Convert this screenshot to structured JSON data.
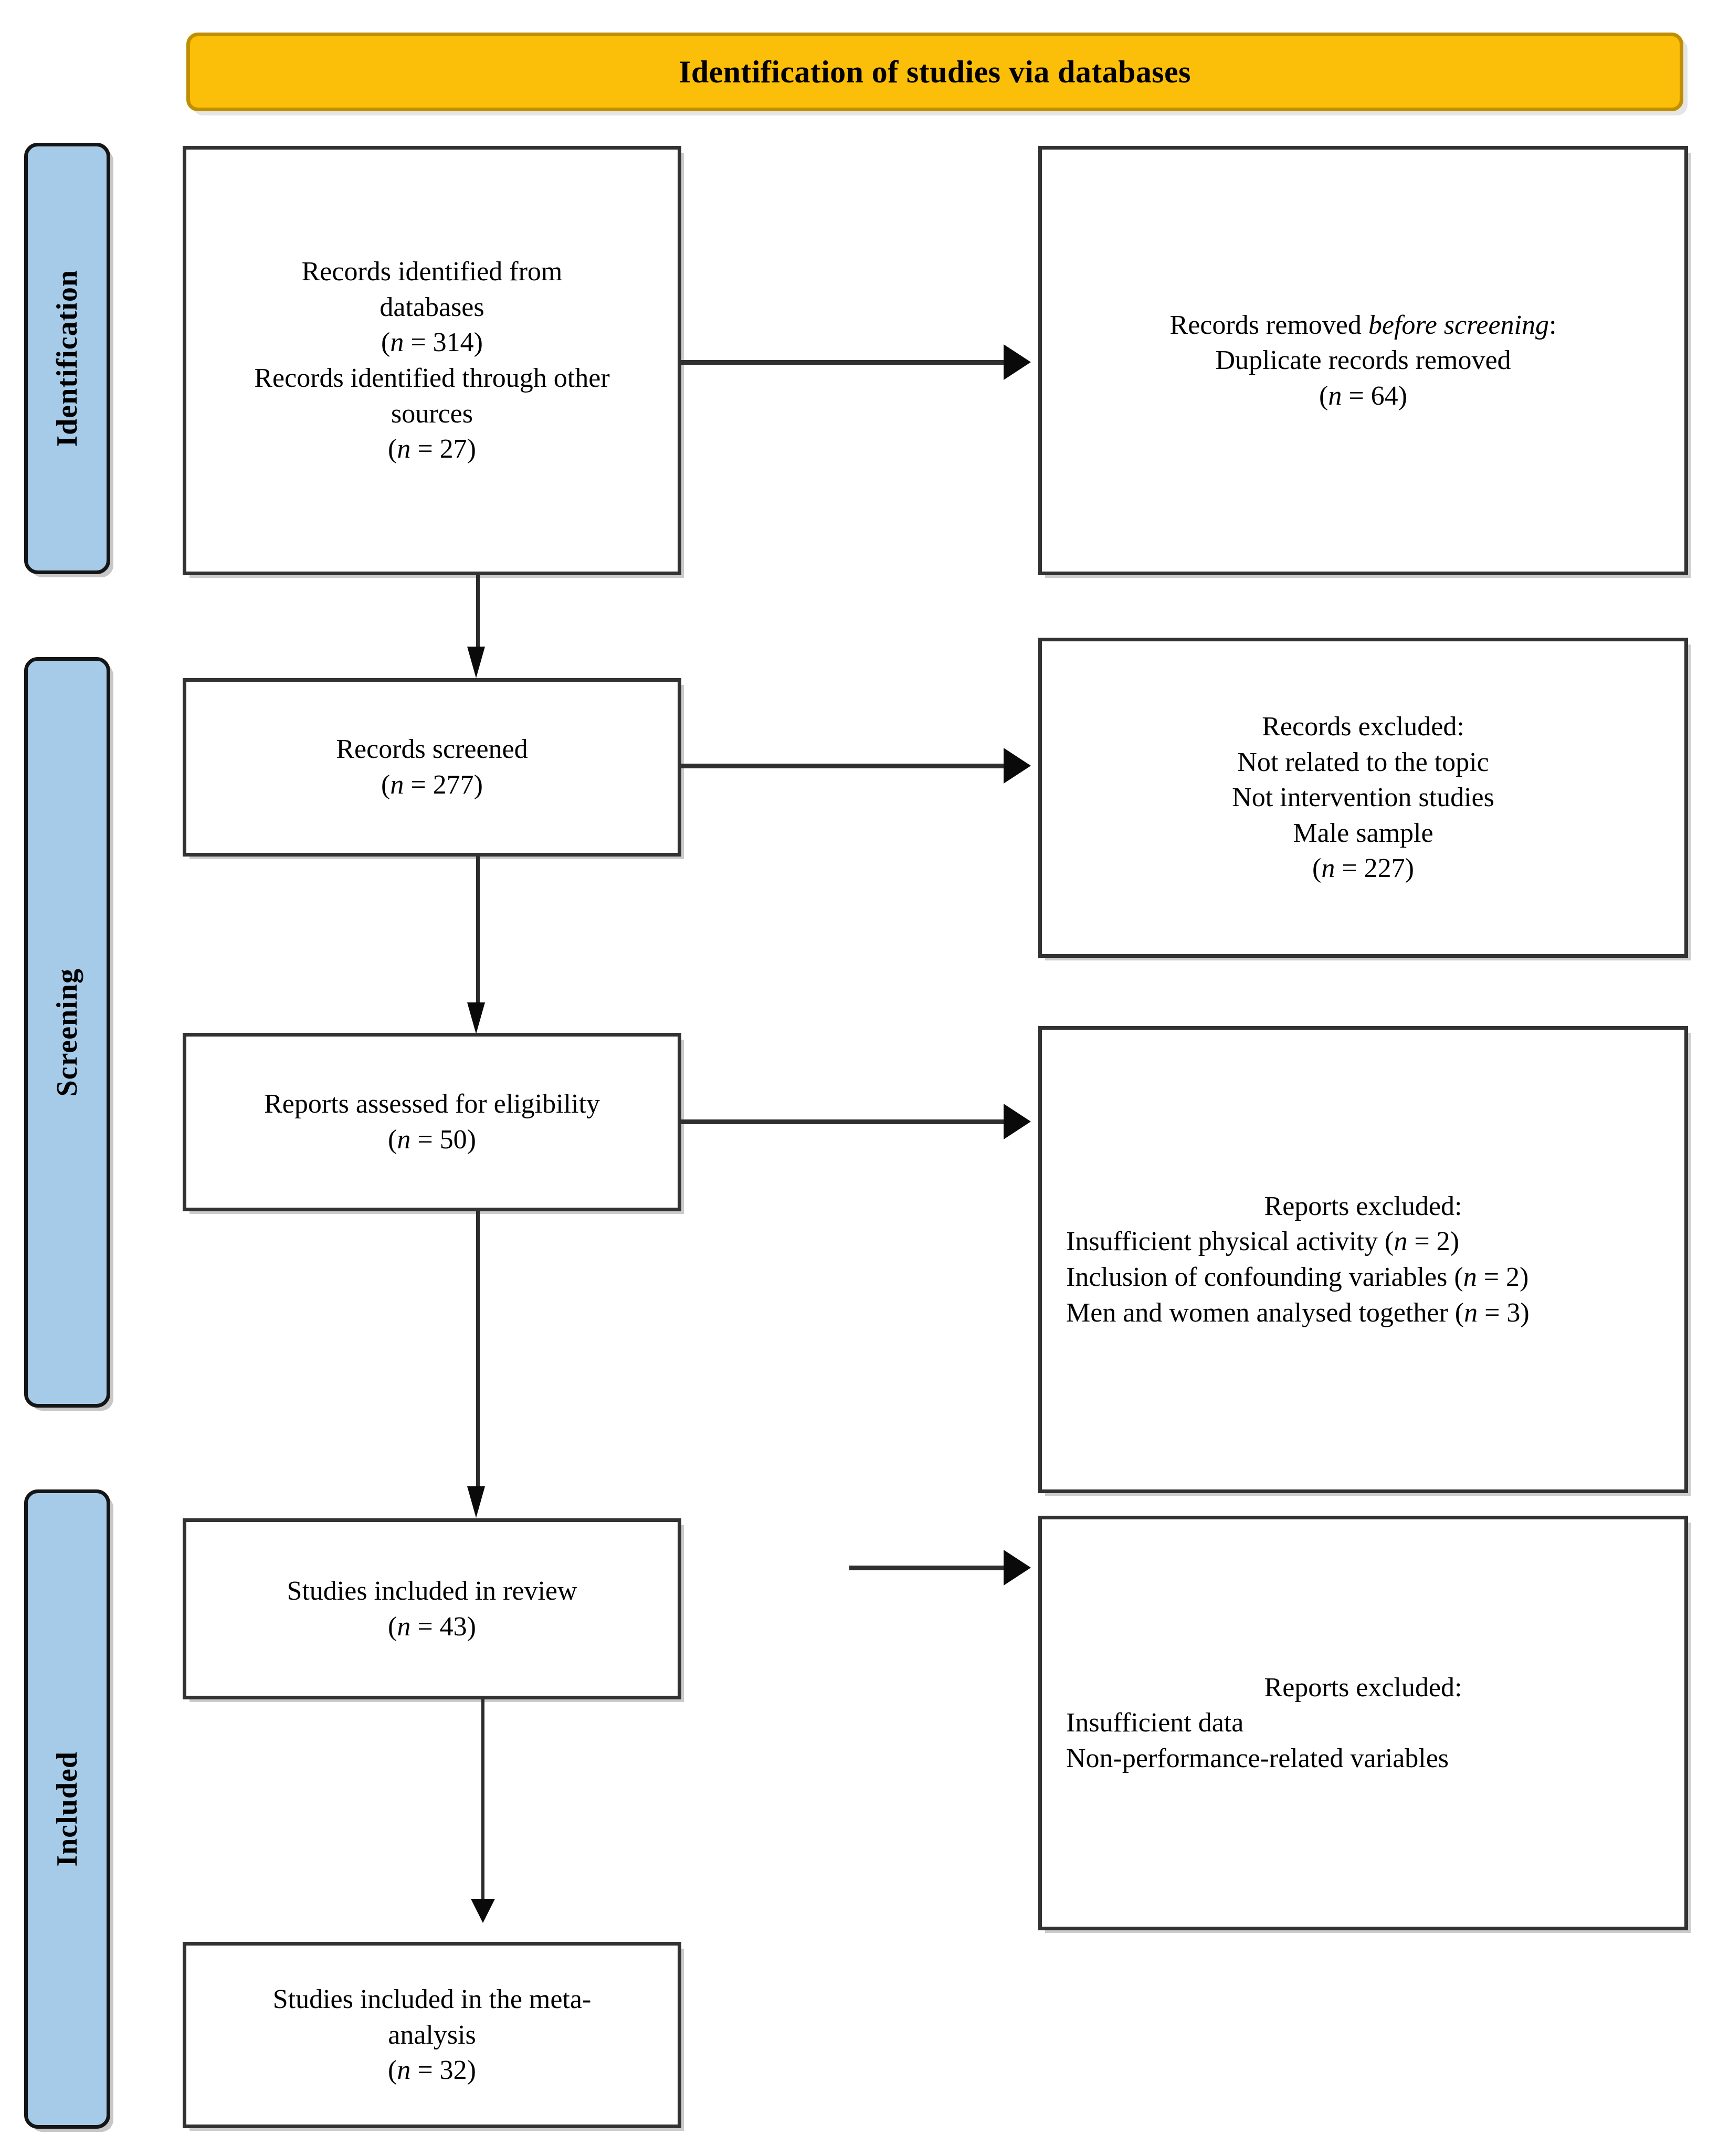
{
  "header": {
    "title": "Identification of studies via databases",
    "fill_color": "#FBBE09",
    "border_color": "#BF8F00"
  },
  "stages": [
    {
      "label": "Identification"
    },
    {
      "label": "Screening"
    },
    {
      "label": "Included"
    }
  ],
  "stage_color": "#A6CBE9",
  "boxes": {
    "identified": {
      "line1": "Records identified from",
      "line2": "databases",
      "line3_pre": "(",
      "line3_n": "n",
      "line3_post": " = 314)",
      "line4": "Records identified through other",
      "line5": "sources",
      "line6_pre": "(",
      "line6_n": "n",
      "line6_post": " = 27)"
    },
    "removed_before_screening": {
      "line1_plain": "Records removed ",
      "line1_italic": "before screening",
      "line1_tail": ":",
      "line2": "Duplicate records removed",
      "line3_pre": "(",
      "line3_n": "n",
      "line3_post": " = 64)"
    },
    "records_screened": {
      "line1": "Records screened",
      "line2_pre": "(",
      "line2_n": "n",
      "line2_post": " = 277)"
    },
    "records_excluded": {
      "heading": "Records excluded:",
      "line1": "Not related to the topic",
      "line2": "Not intervention studies",
      "line3": "Male sample",
      "line4_pre": "(",
      "line4_n": "n",
      "line4_post": " = 227)"
    },
    "reports_assessed": {
      "line1": "Reports assessed for eligibility",
      "line2_pre": "(",
      "line2_n": "n",
      "line2_post": " = 50)"
    },
    "reports_excluded_eligibility": {
      "heading": "Reports excluded:",
      "item1_a": "Insufficient physical activity (",
      "item1_n": "n",
      "item1_b": " = 2)",
      "item2_a": "Inclusion of confounding variables (",
      "item2_n": "n",
      "item2_b": " = 2)",
      "item3_a": "Men and women analysed together (",
      "item3_n": "n",
      "item3_b": " = 3)"
    },
    "studies_included_review": {
      "line1": "Studies included in review",
      "line2_pre": "(",
      "line2_n": "n",
      "line2_post": " = 43)"
    },
    "reports_excluded_review": {
      "heading": "Reports excluded:",
      "item1": "Insufficient data",
      "item2": "Non-performance-related variables"
    },
    "studies_included_meta": {
      "line1": "Studies included in the meta-",
      "line2": "analysis",
      "line3_pre": "(",
      "line3_n": "n",
      "line3_post": " = 32)"
    }
  }
}
